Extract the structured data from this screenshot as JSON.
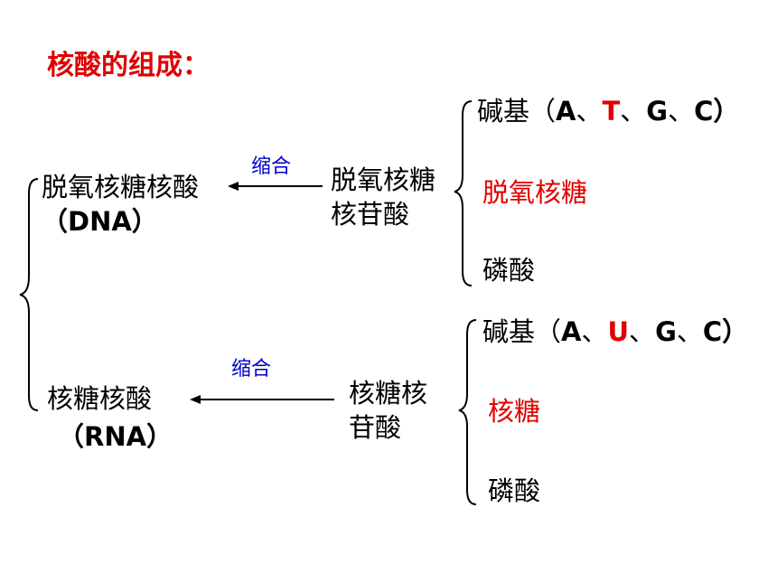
{
  "title": "核酸的组成：",
  "dna": {
    "name": "脱氧核糖核酸",
    "abbr": "（DNA）",
    "arrow_label": "缩合",
    "nucleotide_line1": "脱氧核糖",
    "nucleotide_line2": "核苷酸",
    "base_prefix": "碱基（",
    "base_a": "A",
    "sep1": "、",
    "base_special": "T",
    "sep2": "、",
    "base_g": "G",
    "sep3": "、",
    "base_c": "C）",
    "sugar": "脱氧核糖",
    "phosphate": "磷酸"
  },
  "rna": {
    "name": "核糖核酸",
    "abbr": "（RNA）",
    "arrow_label": "缩合",
    "nucleotide_line1": "核糖核",
    "nucleotide_line2": "苷酸",
    "base_prefix": "碱基（",
    "base_a": "A",
    "sep1": "、",
    "base_special": "U",
    "sep2": "、",
    "base_g": "G",
    "sep3": "、",
    "base_c": "C）",
    "sugar": "核糖",
    "phosphate": "磷酸"
  },
  "colors": {
    "highlight": "#e00000",
    "label": "#0000cc"
  }
}
